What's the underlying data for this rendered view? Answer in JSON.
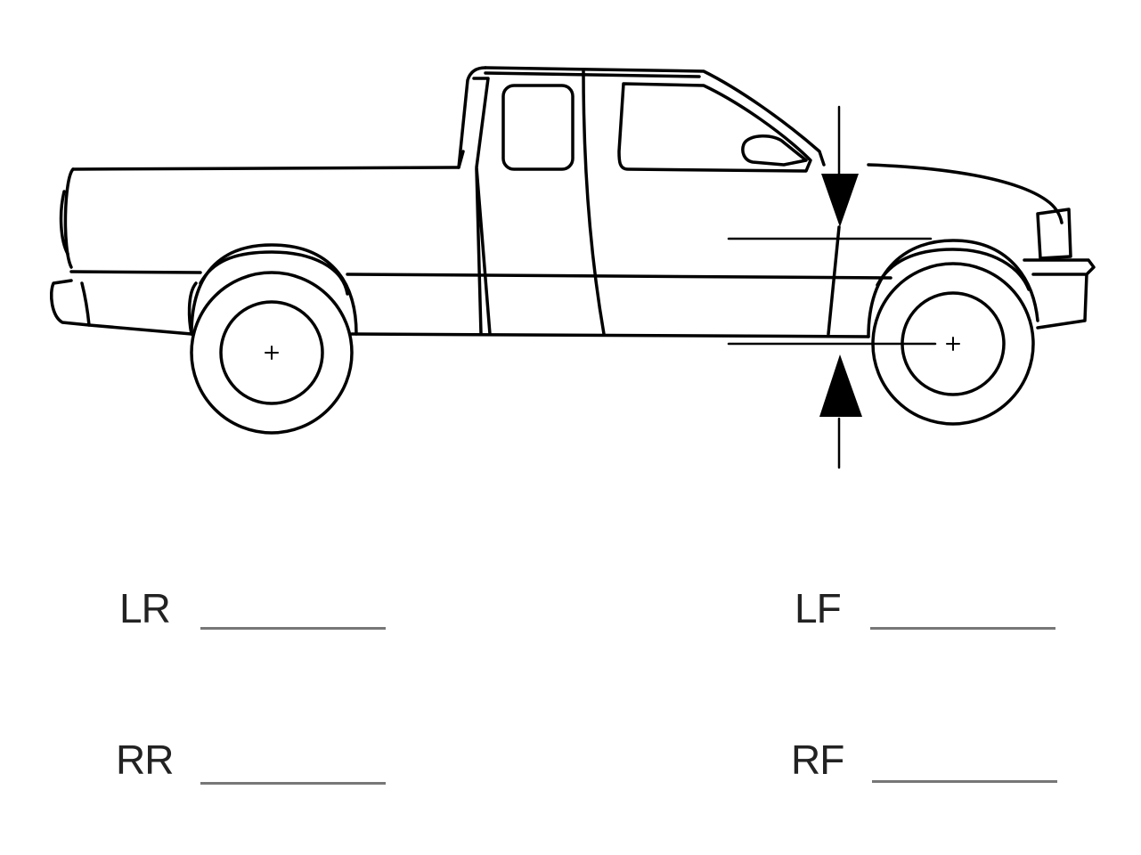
{
  "diagram": {
    "subject": "pickup-truck-side-view",
    "measurement": "ride-height-wheel-center-to-fender"
  },
  "fields": [
    {
      "label": "LR",
      "value": ""
    },
    {
      "label": "LF",
      "value": ""
    },
    {
      "label": "RR",
      "value": ""
    },
    {
      "label": "RF",
      "value": ""
    }
  ],
  "colors": {
    "ink": "#000000",
    "blank_line": "#777777"
  }
}
